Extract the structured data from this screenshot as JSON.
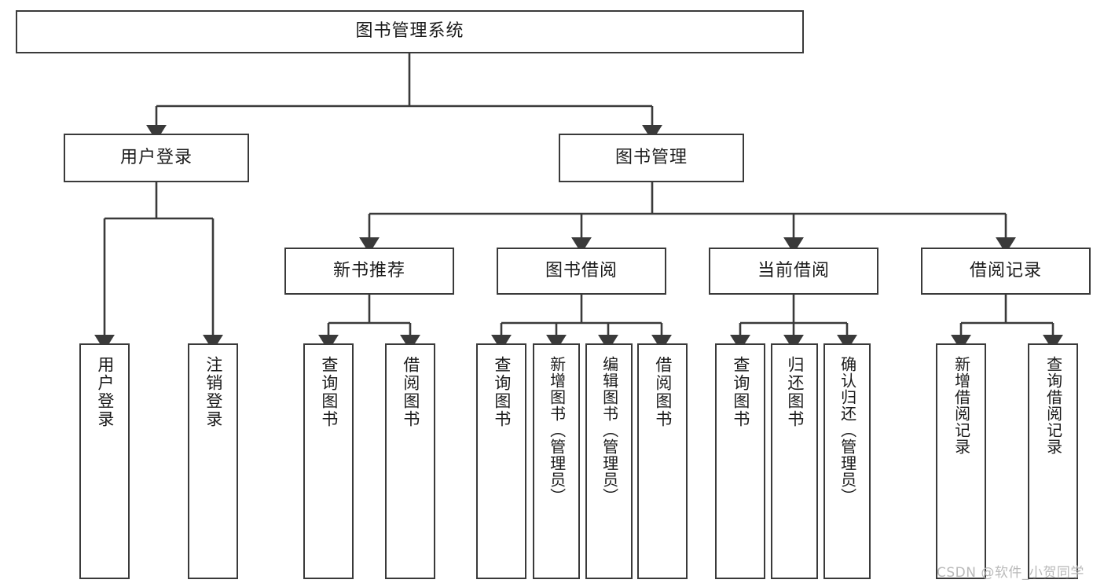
{
  "diagram": {
    "type": "tree-hierarchy",
    "title": "图书管理系统",
    "root": {
      "id": "root",
      "label": "图书管理系统"
    },
    "level2": [
      {
        "id": "user-login",
        "label": "用户登录"
      },
      {
        "id": "book-manage",
        "label": "图书管理"
      }
    ],
    "level3": [
      {
        "id": "new-book-recommend",
        "label": "新书推荐",
        "parent": "book-manage"
      },
      {
        "id": "book-borrow",
        "label": "图书借阅",
        "parent": "book-manage"
      },
      {
        "id": "current-borrow",
        "label": "当前借阅",
        "parent": "book-manage"
      },
      {
        "id": "borrow-record",
        "label": "借阅记录",
        "parent": "book-manage"
      }
    ],
    "leaves": {
      "user_login": [
        {
          "id": "leaf-user-login",
          "label": "用户登录"
        },
        {
          "id": "leaf-user-logout",
          "label": "注销登录"
        }
      ],
      "new_book_recommend": [
        {
          "id": "leaf-query-book-1",
          "label": "查询图书"
        },
        {
          "id": "leaf-borrow-book-1",
          "label": "借阅图书"
        }
      ],
      "book_borrow": [
        {
          "id": "leaf-query-book-2",
          "label": "查询图书"
        },
        {
          "id": "leaf-add-book",
          "label": "新增图书（管理员）"
        },
        {
          "id": "leaf-edit-book",
          "label": "编辑图书（管理员）"
        },
        {
          "id": "leaf-borrow-book-2",
          "label": "借阅图书"
        }
      ],
      "current_borrow": [
        {
          "id": "leaf-query-book-3",
          "label": "查询图书"
        },
        {
          "id": "leaf-return-book",
          "label": "归还图书"
        },
        {
          "id": "leaf-confirm-return",
          "label": "确认归还（管理员）"
        }
      ],
      "borrow_record": [
        {
          "id": "leaf-add-record",
          "label": "新增借阅记录"
        },
        {
          "id": "leaf-query-record",
          "label": "查询借阅记录"
        }
      ]
    }
  },
  "watermark": {
    "text": "CSDN @软件_小贺同学"
  },
  "colors": {
    "stroke": "#3a3a3a",
    "text": "#1b1b1b",
    "background": "#ffffff",
    "watermark": "#b9b9b9"
  }
}
